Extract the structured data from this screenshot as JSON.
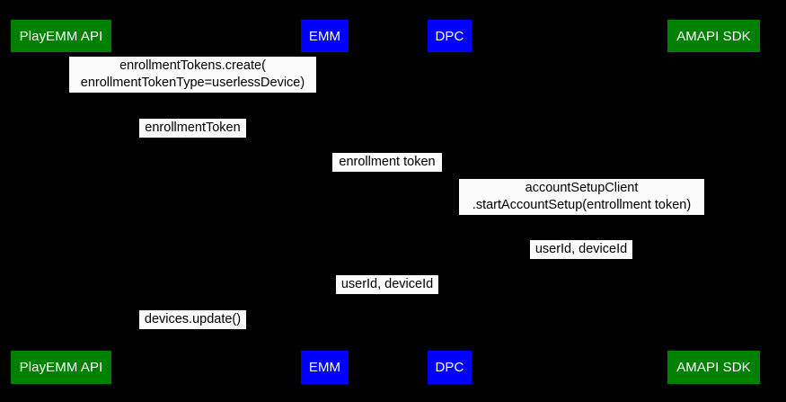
{
  "diagram": {
    "type": "uml-sequence-diagram",
    "background_color": "#000000",
    "participant_green": "#008000",
    "participant_blue": "#0000ff",
    "label_background": "#fbfbfb",
    "label_text_color": "#000000",
    "participant_text_color": "#ffffff"
  },
  "participants": [
    {
      "id": "playemm-api",
      "label": "PlayEMM API",
      "color": "green"
    },
    {
      "id": "emm",
      "label": "EMM",
      "color": "blue"
    },
    {
      "id": "dpc",
      "label": "DPC",
      "color": "blue"
    },
    {
      "id": "amapi-sdk",
      "label": "AMAPI SDK",
      "color": "green"
    }
  ],
  "messages": [
    {
      "id": "msg-1",
      "from": "emm",
      "to": "playemm-api",
      "line1": "enrollmentTokens.create(",
      "line2": "enrollmentTokenType=userlessDevice)"
    },
    {
      "id": "msg-2",
      "from": "playemm-api",
      "to": "emm",
      "line1": "enrollmentToken",
      "line2": ""
    },
    {
      "id": "msg-3",
      "from": "emm",
      "to": "dpc",
      "line1": "enrollment token",
      "line2": ""
    },
    {
      "id": "msg-4",
      "from": "dpc",
      "to": "amapi-sdk",
      "line1": "accountSetupClient",
      "line2": ".startAccountSetup(entrollment token)"
    },
    {
      "id": "msg-5",
      "from": "amapi-sdk",
      "to": "dpc",
      "line1": "userId, deviceId",
      "line2": ""
    },
    {
      "id": "msg-6",
      "from": "dpc",
      "to": "emm",
      "line1": "userId, deviceId",
      "line2": ""
    },
    {
      "id": "msg-7",
      "from": "emm",
      "to": "playemm-api",
      "line1": "devices.update()",
      "line2": ""
    }
  ]
}
